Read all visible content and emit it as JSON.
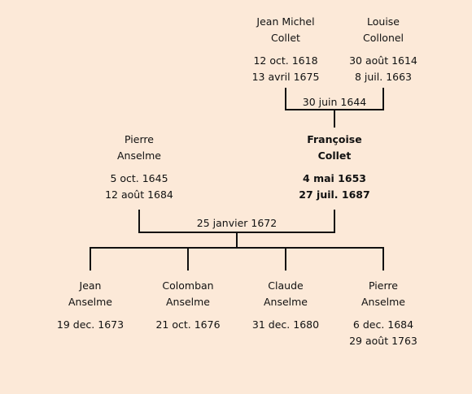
{
  "people": {
    "jean_michel": {
      "first": "Jean Michel",
      "last": "Collet",
      "birth": "12 oct. 1618",
      "death": "13 avril 1675"
    },
    "louise": {
      "first": "Louise",
      "last": "Collonel",
      "birth": "30 août 1614",
      "death": "8 juil. 1663"
    },
    "pierre_sr": {
      "first": "Pierre",
      "last": "Anselme",
      "birth": "5 oct. 1645",
      "death": "12 août 1684"
    },
    "francoise": {
      "first": "Françoise",
      "last": "Collet",
      "birth": "4 mai 1653",
      "death": "27 juil. 1687"
    },
    "jean": {
      "first": "Jean",
      "last": "Anselme",
      "birth": "19 dec. 1673",
      "death": ""
    },
    "colomban": {
      "first": "Colomban",
      "last": "Anselme",
      "birth": "21 oct. 1676",
      "death": ""
    },
    "claude": {
      "first": "Claude",
      "last": "Anselme",
      "birth": "31 dec. 1680",
      "death": ""
    },
    "pierre_jr": {
      "first": "Pierre",
      "last": "Anselme",
      "birth": "6 dec. 1684",
      "death": "29 août 1763"
    }
  },
  "marriages": {
    "collet_collonel": "30 juin 1644",
    "anselme_collet": "25 janvier 1672"
  }
}
